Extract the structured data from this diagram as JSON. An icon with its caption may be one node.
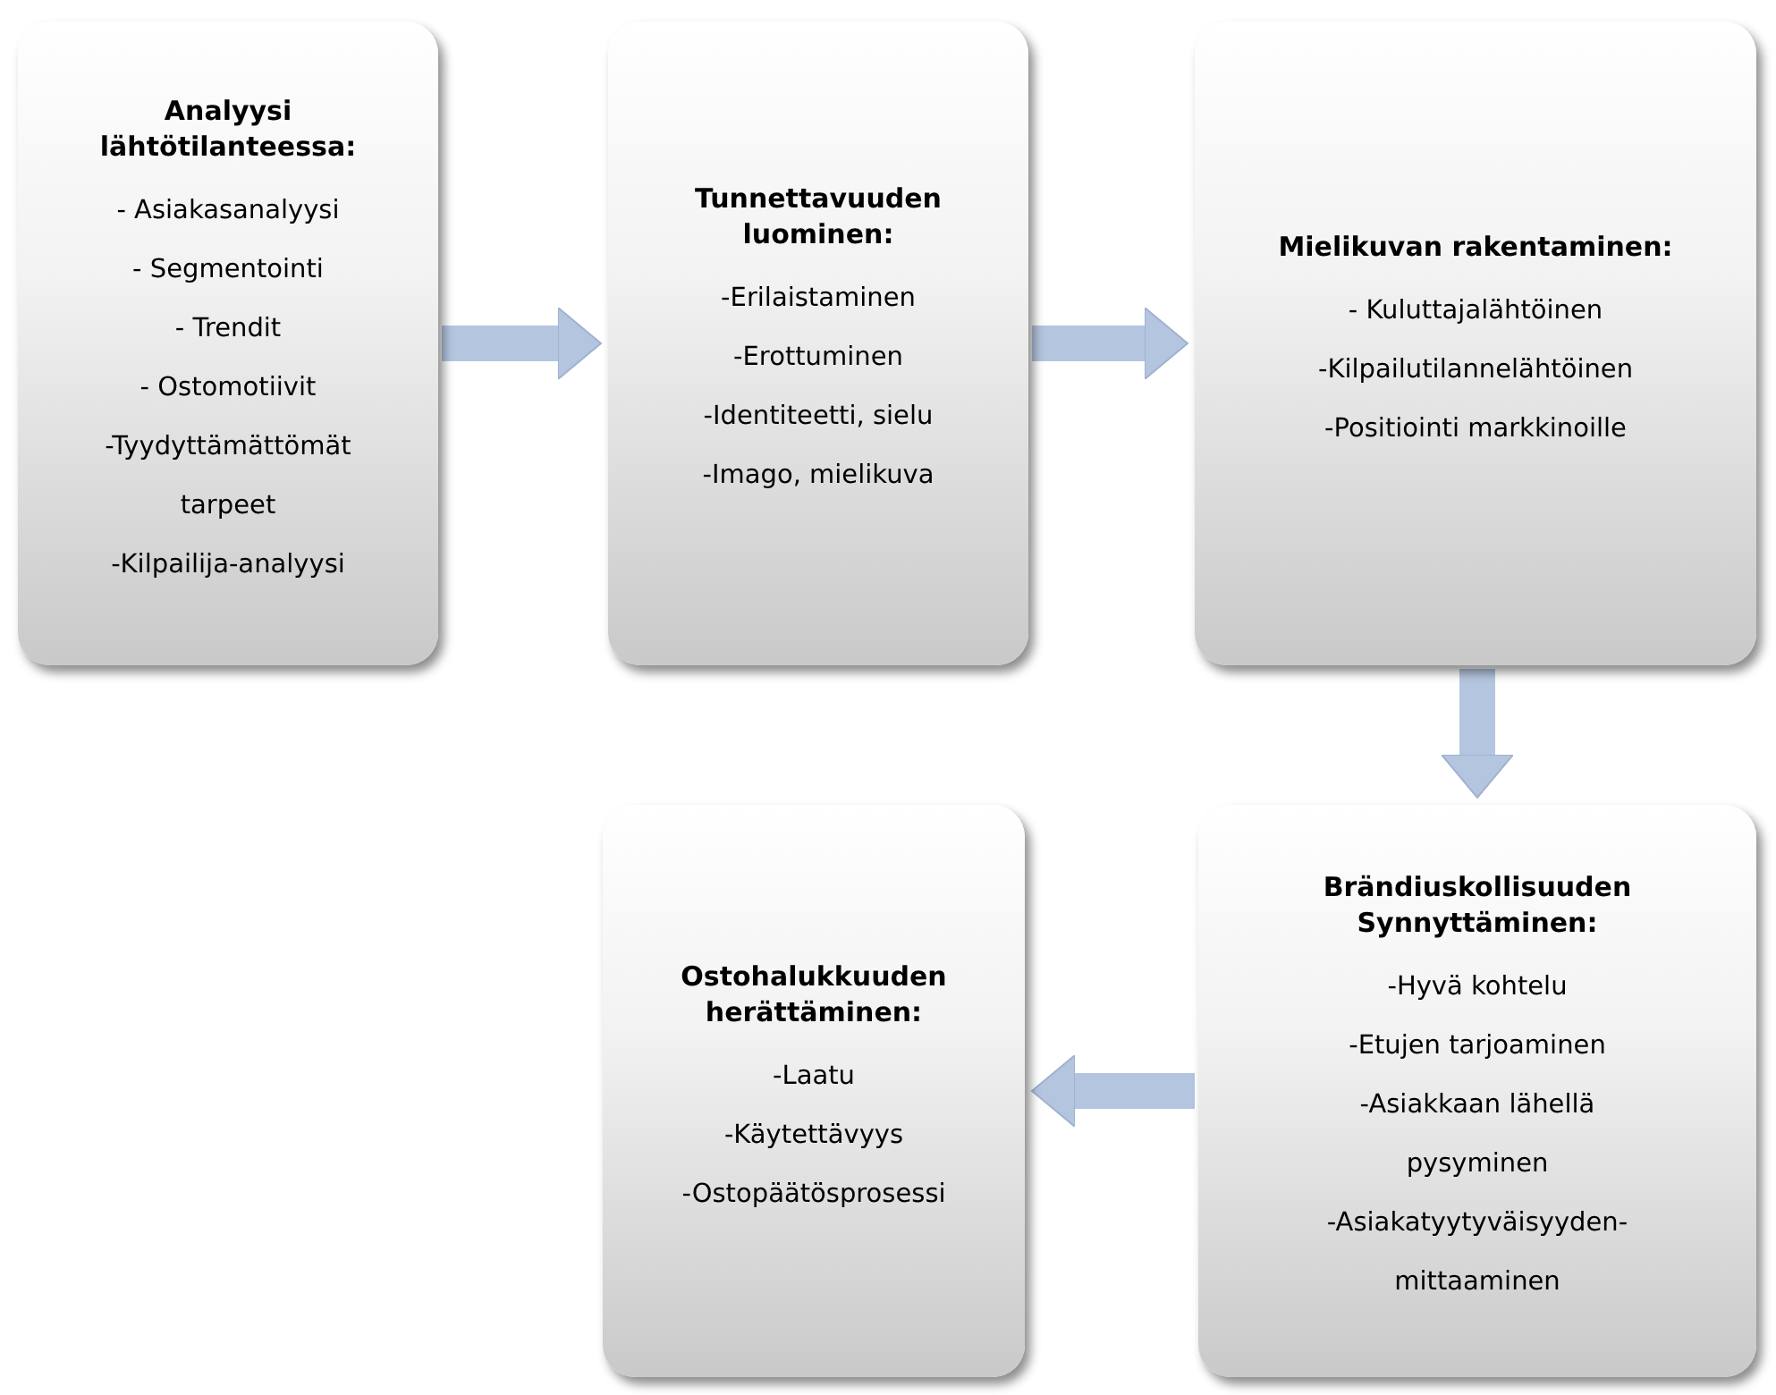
{
  "diagram": {
    "nodes": [
      {
        "text": [
          "Analyysi lähtötilanteessa:",
          "- Asiakasanalyysi",
          "- Segmentointi",
          "- Trendit",
          "- Ostomotiivit",
          "-Tyydyttämättömät tarpeet",
          "-Kilpailija-analyysi"
        ]
      },
      {
        "text": [
          "Tunnettavuuden luominen:",
          "-Erilaistaminen",
          "-Erottuminen",
          "-Identiteetti, sielu",
          "-Imago, mielikuva"
        ]
      },
      {
        "text": [
          "Mielikuvan rakentaminen:",
          "- Kuluttajalähtöinen",
          "-Kilpailutilannelähtöinen",
          "-Positiointi markkinoille"
        ]
      },
      {
        "text": [
          "Ostohalukkuuden herättäminen:",
          "-Laatu",
          "-Käytettävyys",
          "-Ostopäätösprosessi"
        ]
      },
      {
        "text": [
          "Brändiuskollisuuden Synnyttäminen:",
          "-Hyvä kohtelu",
          "-Etujen tarjoaminen",
          "-Asiakkaan lähellä pysyminen",
          "-Asiakatyytyväisyyden-mittaaminen"
        ]
      }
    ],
    "edges": [
      {
        "from": 0,
        "to": 1,
        "arrow": "to"
      },
      {
        "from": 1,
        "to": 2,
        "arrow": "to"
      },
      {
        "from": 2,
        "to": 4,
        "arrow": "to"
      },
      {
        "from": 4,
        "to": 3,
        "arrow": "to"
      }
    ]
  }
}
